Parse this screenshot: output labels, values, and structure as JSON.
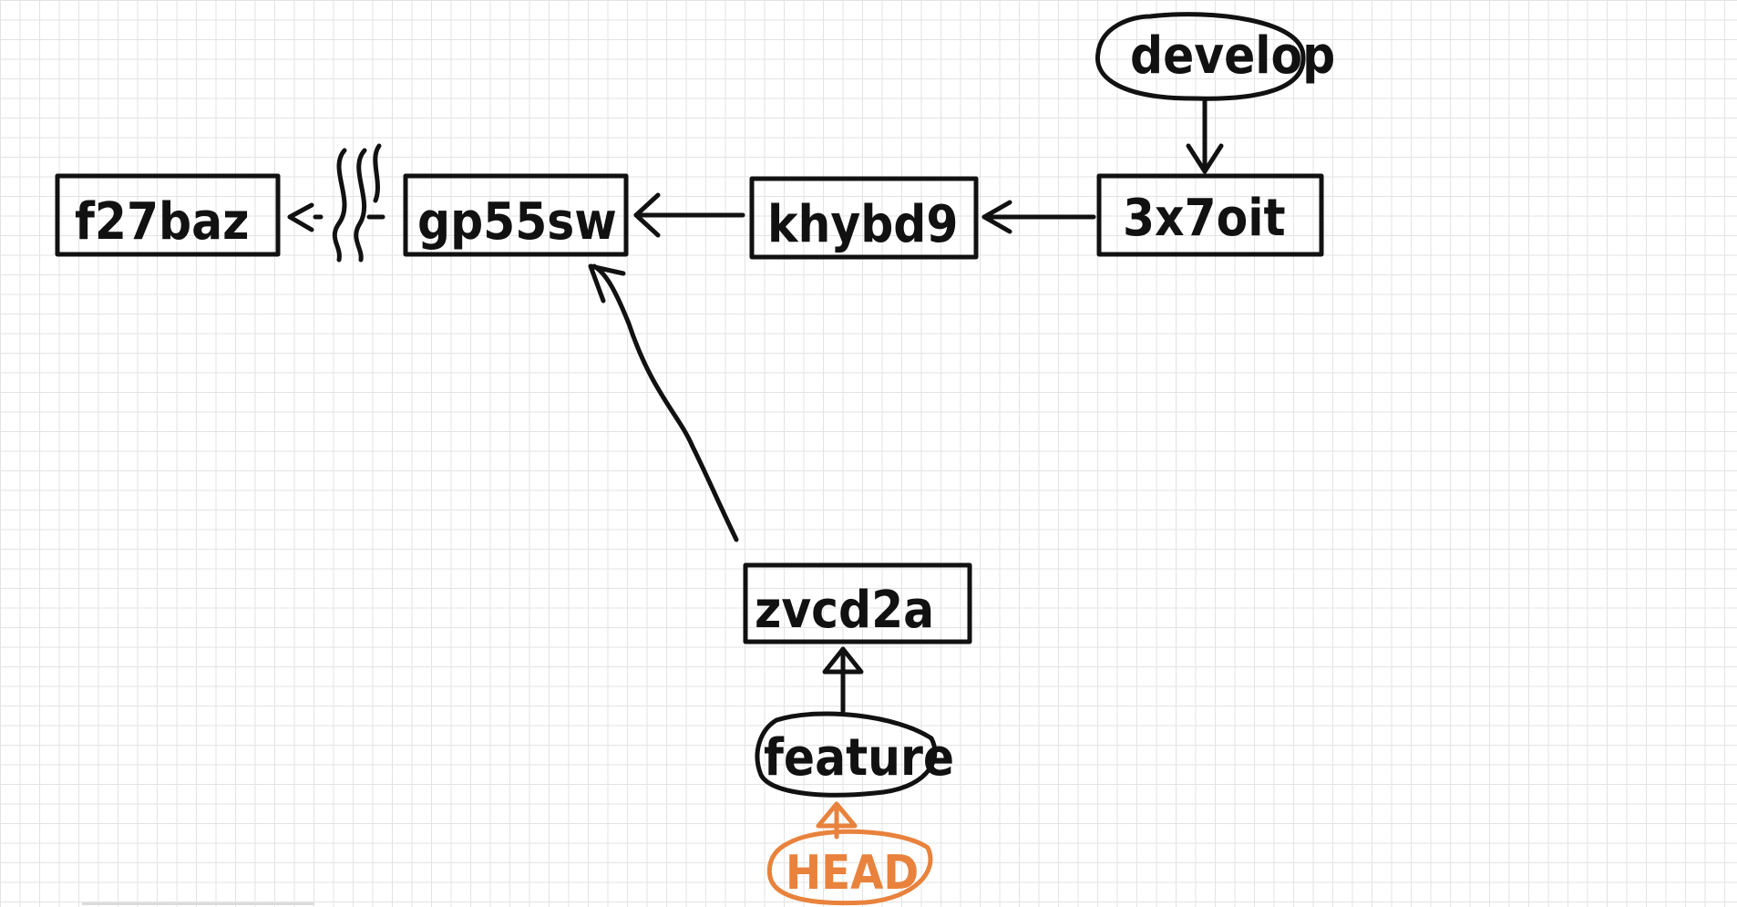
{
  "commits": [
    {
      "id": "f27baz",
      "label": "f27baz"
    },
    {
      "id": "gp55sw",
      "label": "gp55sw"
    },
    {
      "id": "khybd9",
      "label": "khybd9"
    },
    {
      "id": "3x7oit",
      "label": "3x7oit"
    },
    {
      "id": "zvcd2a",
      "label": "zvcd2a"
    }
  ],
  "branches": [
    {
      "name": "develop",
      "points_to": "3x7oit"
    },
    {
      "name": "feature",
      "points_to": "zvcd2a"
    }
  ],
  "head": {
    "label": "HEAD",
    "points_to": "feature"
  },
  "colors": {
    "ink": "#111111",
    "head": "#e8823c",
    "grid": "#e3e3e3"
  }
}
